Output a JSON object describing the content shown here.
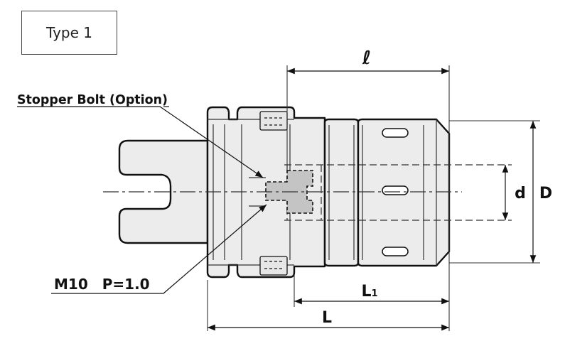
{
  "type_label": "Type 1",
  "callouts": {
    "stopper": "Stopper Bolt (Option)",
    "thread": "M10 P=1.0"
  },
  "dimensions": {
    "l_script": "ℓ",
    "d_small": "d",
    "D_large": "D",
    "L1_base": "L",
    "L1_sub": "1",
    "L": "L"
  },
  "colors": {
    "body_fill": "#ececec",
    "outline": "#111111",
    "bolt_fill": "#c4c4c4"
  }
}
